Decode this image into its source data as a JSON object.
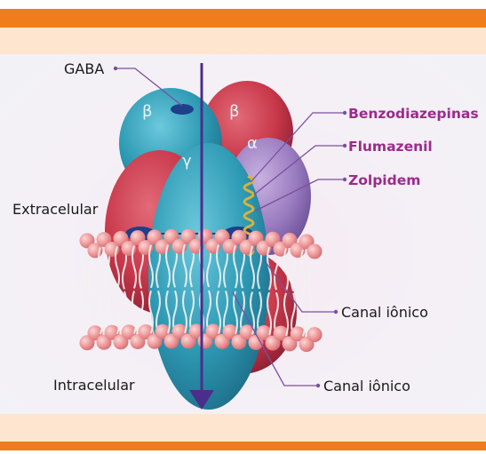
{
  "labels": {
    "gaba": "GABA",
    "benzodiazepinas": "Benzodiazepinas",
    "flumazenil": "Flumazenil",
    "zolpidem": "Zolpidem",
    "extracelular": "Extracelular",
    "intracelular": "Intracelular",
    "canal_ionico_1": "Canal iônico",
    "canal_ionico_2": "Canal iônico"
  },
  "subunits": {
    "beta_left": "β",
    "beta_right": "β",
    "alpha": "α",
    "gamma": "γ"
  },
  "colors": {
    "orange_bar": "#ef7d1c",
    "peach_band": "#fde5cf",
    "teal": "#2e9ab4",
    "red": "#c8384a",
    "purple": "#9a7cc0",
    "arrow": "#4b2e8c",
    "highlight_text": "#9c2a8c",
    "lipid_head": "#ef9a9a"
  }
}
